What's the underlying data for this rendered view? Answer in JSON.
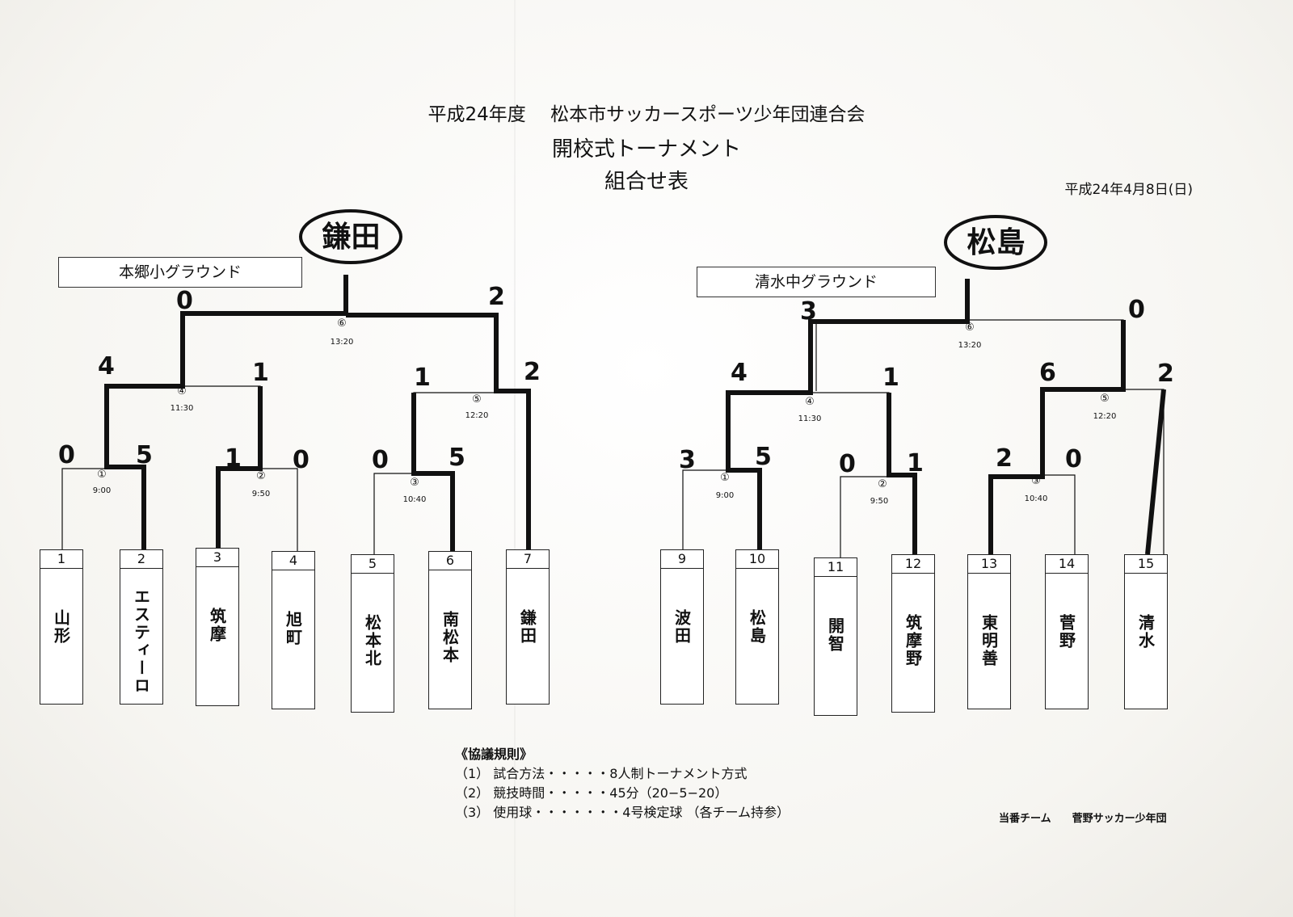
{
  "header": {
    "title_line1": "平成24年度　 松本市サッカースポーツ少年団連合会",
    "title_line2": "開校式トーナメント",
    "title_line3": "組合せ表",
    "date": "平成24年4月8日(日)"
  },
  "left_bracket": {
    "venue": "本郷小グラウンド",
    "champion": "鎌田",
    "teams": [
      {
        "num": "1",
        "name": "山形"
      },
      {
        "num": "2",
        "name": "エスティーロ"
      },
      {
        "num": "3",
        "name": "筑摩"
      },
      {
        "num": "4",
        "name": "旭町"
      },
      {
        "num": "5",
        "name": "松本北"
      },
      {
        "num": "6",
        "name": "南松本"
      },
      {
        "num": "7",
        "name": "鎌田"
      }
    ],
    "matches": [
      {
        "num": "①",
        "time": "9:00",
        "score_a": "0",
        "score_b": "5"
      },
      {
        "num": "②",
        "time": "9:50",
        "score_a": "1",
        "score_b": "0"
      },
      {
        "num": "③",
        "time": "10:40",
        "score_a": "0",
        "score_b": "5"
      },
      {
        "num": "④",
        "time": "11:30",
        "score_a": "4",
        "score_b": "1"
      },
      {
        "num": "⑤",
        "time": "12:20",
        "score_a": "1",
        "score_b": "2"
      },
      {
        "num": "⑥",
        "time": "13:20",
        "score_a": "0",
        "score_b": "2"
      }
    ]
  },
  "right_bracket": {
    "venue": "清水中グラウンド",
    "champion": "松島",
    "teams": [
      {
        "num": "9",
        "name": "波田"
      },
      {
        "num": "10",
        "name": "松島"
      },
      {
        "num": "11",
        "name": "開智"
      },
      {
        "num": "12",
        "name": "筑摩野"
      },
      {
        "num": "13",
        "name": "東明善"
      },
      {
        "num": "14",
        "name": "菅野"
      },
      {
        "num": "15",
        "name": "清水"
      }
    ],
    "matches": [
      {
        "num": "①",
        "time": "9:00",
        "score_a": "3",
        "score_b": "5"
      },
      {
        "num": "②",
        "time": "9:50",
        "score_a": "0",
        "score_b": "1"
      },
      {
        "num": "③",
        "time": "10:40",
        "score_a": "2",
        "score_b": "0"
      },
      {
        "num": "④",
        "time": "11:30",
        "score_a": "4",
        "score_b": "1"
      },
      {
        "num": "⑤",
        "time": "12:20",
        "score_a": "6",
        "score_b": "2"
      },
      {
        "num": "⑥",
        "time": "13:20",
        "score_a": "3",
        "score_b": "0"
      }
    ]
  },
  "rules": {
    "heading": "《協議規則》",
    "items": [
      "（1） 試合方法・・・・・8人制トーナメント方式",
      "（2） 競技時間・・・・・45分（20−5−20）",
      "（3） 使用球・・・・・・・4号検定球 （各チーム持参）"
    ]
  },
  "host": "当番チーム　　菅野サッカー少年団"
}
